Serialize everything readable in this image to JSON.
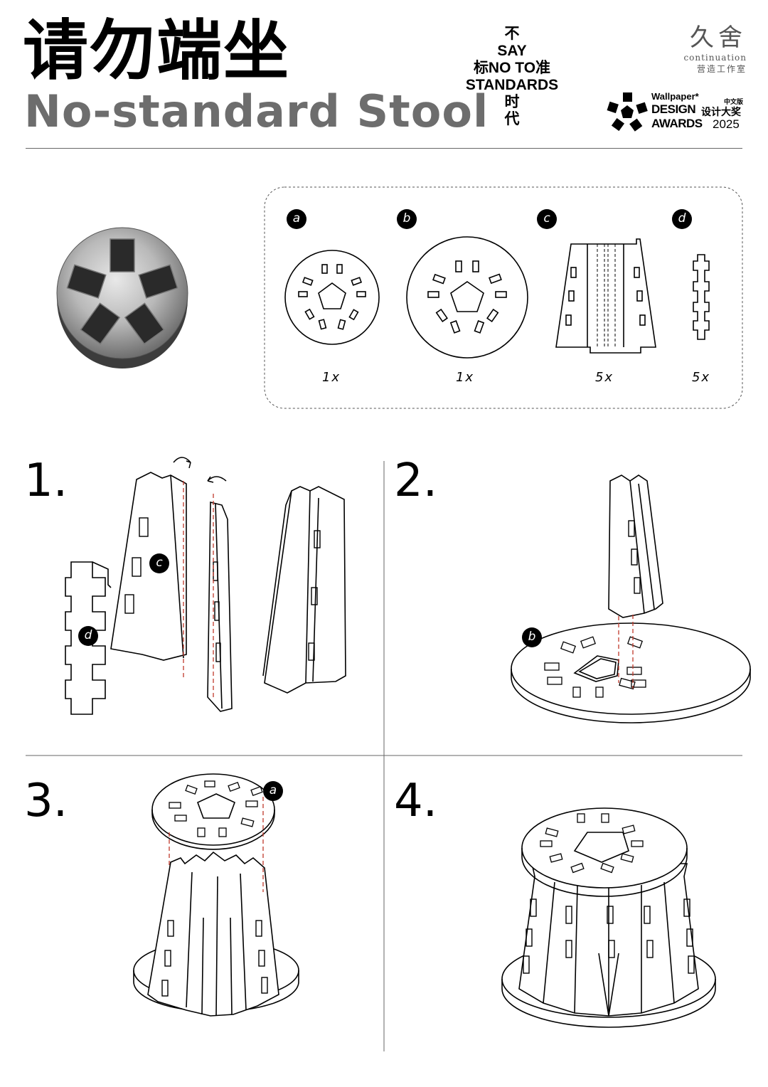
{
  "header": {
    "title_cn": "请勿端坐",
    "title_en": "No-standard Stool",
    "slogan_lines": [
      "不",
      "SAY",
      "标NO TO准",
      "STANDARDS",
      "时",
      "代"
    ],
    "brand_glyph": "久舍",
    "brand_en": "continuation",
    "brand_cn": "营造工作室",
    "award": {
      "wallpaper": "Wallpaper*",
      "design": "DESIGN",
      "awards": "AWARDS",
      "edition": "中文版",
      "award_cn": "设计大奖",
      "year": "2025"
    }
  },
  "parts": [
    {
      "letter": "a",
      "qty": "1x"
    },
    {
      "letter": "b",
      "qty": "1x"
    },
    {
      "letter": "c",
      "qty": "5x"
    },
    {
      "letter": "d",
      "qty": "5x"
    }
  ],
  "steps": [
    "1.",
    "2.",
    "3.",
    "4."
  ],
  "step_tags": {
    "step1_c": "c",
    "step1_d": "d",
    "step2_b": "b",
    "step3_a": "a"
  },
  "colors": {
    "ink": "#000000",
    "subtitle_gray": "#6d6d6d",
    "guide_red": "#c0392b"
  }
}
